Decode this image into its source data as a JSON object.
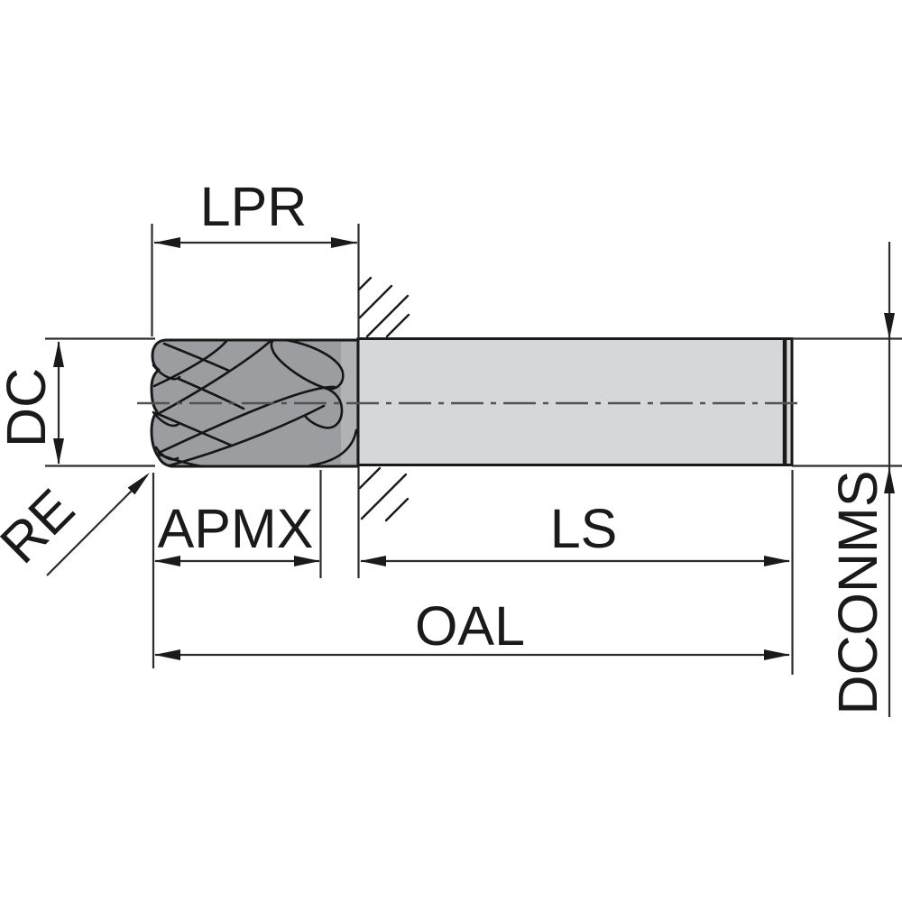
{
  "diagram": {
    "type": "technical-drawing",
    "subject": "end-mill-cutter-side-view-with-dimension-callouts",
    "labels": {
      "lpr": "LPR",
      "dc": "DC",
      "re": "RE",
      "apmx": "APMX",
      "ls": "LS",
      "oal": "OAL",
      "dconms": "DCONMS"
    },
    "colors": {
      "background": "#ffffff",
      "outline": "#1a1a1a",
      "dimension_line": "#2d2d2d",
      "text": "#1a1a1a",
      "flute_gray": "#9b9da0",
      "flute_relief_gray": "#b0b2b4",
      "shank_gray": "#d6d7d9",
      "centerline_gray": "#515254"
    }
  }
}
